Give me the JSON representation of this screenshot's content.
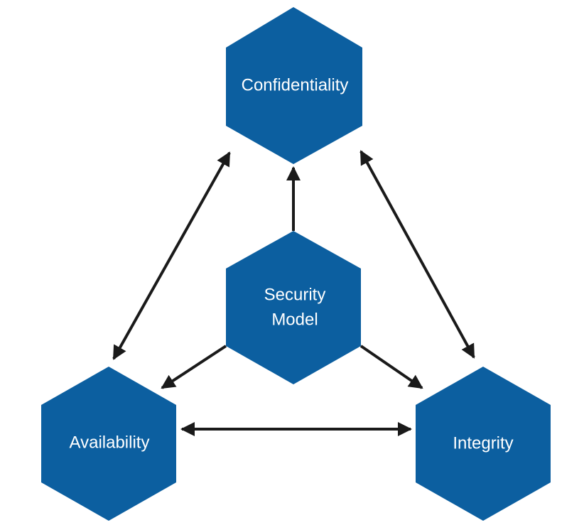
{
  "colors": {
    "node_fill": "#0c5fa0",
    "node_text": "#ffffff",
    "arrow": "#1a1a1a",
    "background": "#ffffff"
  },
  "nodes": {
    "confidentiality": {
      "label": "Confidentiality"
    },
    "security_model": {
      "label_line1": "Security",
      "label_line2": "Model"
    },
    "availability": {
      "label": "Availability"
    },
    "integrity": {
      "label": "Integrity"
    }
  },
  "connections": [
    {
      "from": "security_model",
      "to": "confidentiality",
      "direction": "one-way"
    },
    {
      "from": "security_model",
      "to": "availability",
      "direction": "one-way"
    },
    {
      "from": "security_model",
      "to": "integrity",
      "direction": "one-way"
    },
    {
      "from": "confidentiality",
      "to": "availability",
      "direction": "two-way"
    },
    {
      "from": "confidentiality",
      "to": "integrity",
      "direction": "two-way"
    },
    {
      "from": "availability",
      "to": "integrity",
      "direction": "two-way"
    }
  ]
}
